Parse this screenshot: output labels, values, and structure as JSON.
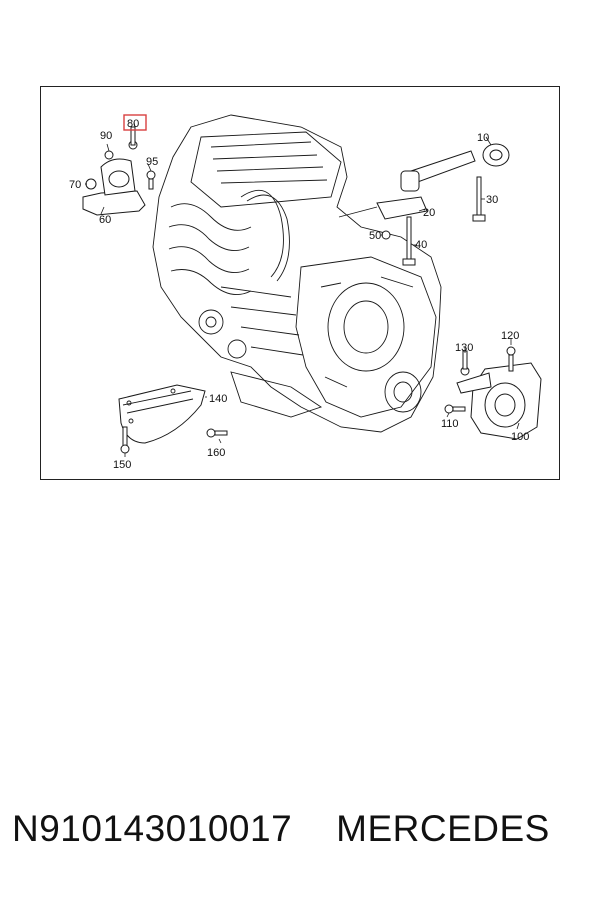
{
  "diagram": {
    "callouts": {
      "c10": "10",
      "c20": "20",
      "c30": "30",
      "c40": "40",
      "c50": "50",
      "c60": "60",
      "c70": "70",
      "c80": "80",
      "c90": "90",
      "c95": "95",
      "c100": "100",
      "c110": "110",
      "c120": "120",
      "c130": "130",
      "c140": "140",
      "c150": "150",
      "c160": "160"
    },
    "highlighted_callout": "80",
    "highlight_color": "#d94040"
  },
  "footer": {
    "part_number": "N910143010017",
    "brand": "MERCEDES"
  }
}
